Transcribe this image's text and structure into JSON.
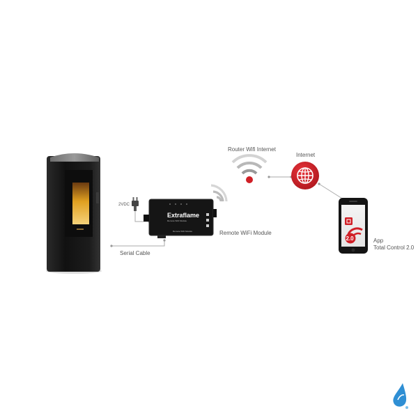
{
  "labels": {
    "router": "Router Wifi Internet",
    "internet": "Internet",
    "app_line1": "App",
    "app_line2": "Total Control 2.0",
    "module": "Remote WiFi Module",
    "serial": "Serial Cable",
    "voltage": "2VDC"
  },
  "module": {
    "brand": "Extraflame",
    "fine_print": "Remote WiFi Module"
  },
  "phone": {
    "badge": "2.0"
  },
  "colors": {
    "accent_red": "#d01f26",
    "stove_body": "#1e1e1e",
    "flame": "#e0a020",
    "connector_line": "#aaaaaa",
    "label_text": "#555555",
    "logo_blue": "#2f8fd4"
  },
  "icons": {
    "globe": "globe-icon",
    "wifi_router": "wifi-icon",
    "wifi_module": "wifi-small-icon",
    "plug": "plug-icon",
    "logo": "water-drop-logo"
  }
}
